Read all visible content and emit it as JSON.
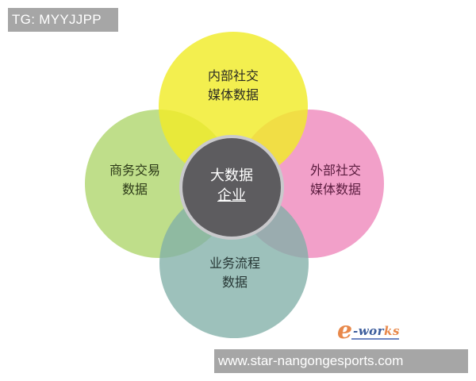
{
  "watermark": {
    "tag": "TG: MYYJJPP",
    "footer": "www.star-nangongesports.com"
  },
  "diagram": {
    "center": {
      "line1": "大数据",
      "line2": "企业",
      "color": "#5d5c5f"
    },
    "circles": [
      {
        "id": "top",
        "line1": "内部社交",
        "line2": "媒体数据",
        "color": "#f2ee3a"
      },
      {
        "id": "left",
        "line1": "商务交易",
        "line2": "数据",
        "color": "#bcdc84"
      },
      {
        "id": "right",
        "line1": "外部社交",
        "line2": "媒体数据",
        "color": "#f19bc6"
      },
      {
        "id": "bottom",
        "line1": "业务流程",
        "line2": "数据",
        "color": "#9ebfb9"
      }
    ]
  },
  "logo": {
    "e": "e",
    "text_main": "-wor",
    "text_accent": "ks"
  }
}
